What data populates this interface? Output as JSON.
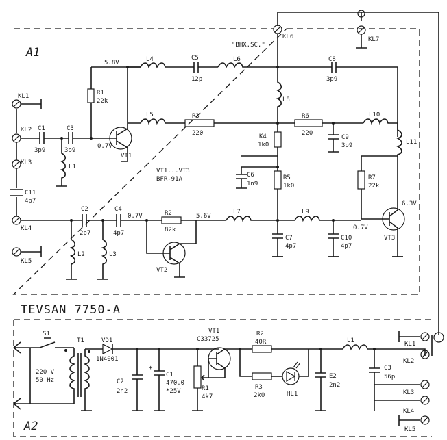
{
  "blocks": {
    "a1": "A1",
    "a2": "A2",
    "title": "TEVSAN 7750-A"
  },
  "terminals": {
    "kl1": "KL1",
    "kl2": "KL2",
    "kl3": "KL3",
    "kl4": "KL4",
    "kl5": "KL5",
    "kl6": "KL6",
    "kl7": "KL7",
    "vhf": "\"BHX.SC.\"",
    "b_kl1": "KL1",
    "b_kl2": "KL2",
    "b_kl3": "KL3",
    "b_kl4": "KL4",
    "b_kl5": "KL5"
  },
  "a1": {
    "c1": "C1",
    "c1v": "3p9",
    "c3": "C3",
    "c3v": "3p9",
    "l1": "L1",
    "c11": "C11",
    "c11v": "4p7",
    "c2": "C2",
    "c2v": "2p7",
    "c4": "C4",
    "c4v": "4p7",
    "l2": "L2",
    "l3": "L3",
    "r1": "R1",
    "r1v": "22k",
    "vt1": "VT1",
    "l4": "L4",
    "c5": "C5",
    "c5v": "12p",
    "l5": "L5",
    "l6": "L6",
    "c8": "C8",
    "c8v": "3p9",
    "l8": "L8",
    "r3": "R3",
    "r3v": "220",
    "r6": "R6",
    "r6v": "220",
    "l10": "L10",
    "c9": "C9",
    "c9v": "3p9",
    "l11": "L11",
    "k4": "K4",
    "k4v": "1k0",
    "r5": "R5",
    "r5v": "1k0",
    "c6": "C6",
    "c6v": "1n9",
    "r7": "R7",
    "r7v": "22k",
    "vt3": "VT3",
    "r2": "R2",
    "r2v": "82k",
    "vt2": "VT2",
    "l7": "L7",
    "l9": "L9",
    "c7": "C7",
    "c7v": "4p7",
    "c10": "C10",
    "c10v": "4p7",
    "vtype1": "VT1...VT3",
    "vtype2": "BFR-91A",
    "v58": "5.8V",
    "v07a": "0.7V",
    "v07b": "0.7V",
    "v56": "5.6V",
    "v07c": "0.7V",
    "v63": "6.3V"
  },
  "a2": {
    "s1": "S1",
    "t1": "T1",
    "vd1": "VD1",
    "vd1v": "1N4001",
    "mains1": "220 V",
    "mains2": "50 Hz",
    "c2": "C2",
    "c2v": "2n2",
    "c1": "C1",
    "c1v": "470.0",
    "c1v2": "*25V",
    "plus": "+",
    "r1": "R1",
    "r1v": "4k7",
    "vt1": "VT1",
    "vt1v": "C33725",
    "r2": "R2",
    "r2v": "40R",
    "r3": "R3",
    "r3v": "2k0",
    "hl1": "HL1",
    "e2": "E2",
    "e2v": "2n2",
    "l1": "L1",
    "c3": "C3",
    "c3v": "56p"
  }
}
